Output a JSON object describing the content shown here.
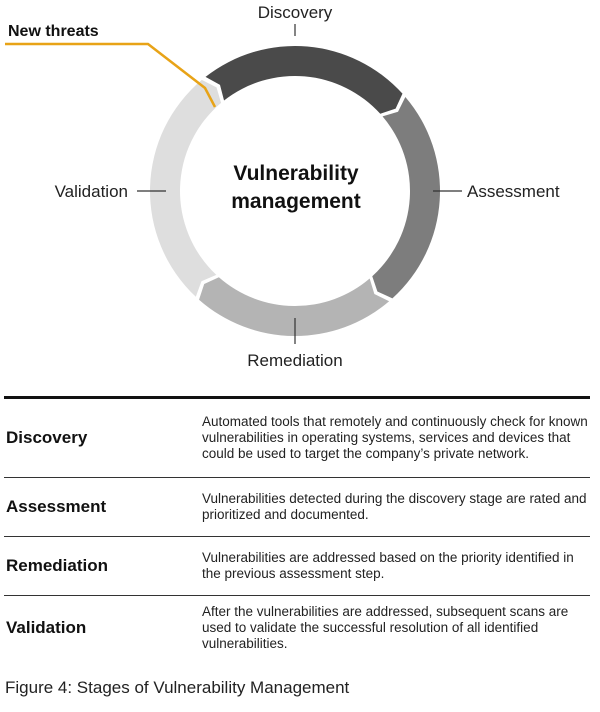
{
  "diagram": {
    "center_title_line1": "Vulnerability",
    "center_title_line2": "management",
    "callout_label": "New threats",
    "stages": [
      {
        "label": "Discovery",
        "color": "#4a4a4a"
      },
      {
        "label": "Assessment",
        "color": "#7d7d7d"
      },
      {
        "label": "Remediation",
        "color": "#b4b4b4"
      },
      {
        "label": "Validation",
        "color": "#dedede"
      }
    ],
    "callout_color": "#e8a317"
  },
  "table": {
    "rows": [
      {
        "term": "Discovery",
        "description": "Automated tools that remotely and continuously check for known vulnerabilities in operating systems, services and devices that could be used to target the company’s private network."
      },
      {
        "term": "Assessment",
        "description": "Vulnerabilities detected during the discovery stage are rated and prioritized and documented."
      },
      {
        "term": "Remediation",
        "description": "Vulnerabilities are addressed based on the priority identified in the previous assessment step."
      },
      {
        "term": "Validation",
        "description": "After the vulnerabilities are addressed, subsequent scans are used to validate the successful resolution of all identified vulnerabilities."
      }
    ]
  },
  "caption": "Figure 4: Stages of Vulnerability Management"
}
